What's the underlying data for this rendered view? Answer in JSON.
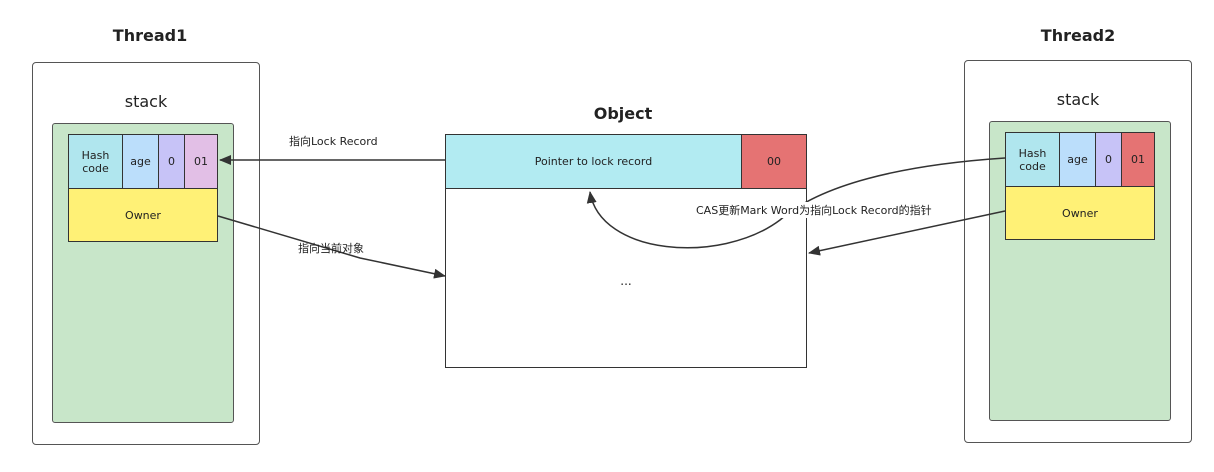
{
  "thread1": {
    "title": "Thread1",
    "stack_label": "stack",
    "cells": {
      "hash": "Hash\ncode",
      "age": "age",
      "zero": "0",
      "flag": "01",
      "owner": "Owner"
    }
  },
  "thread2": {
    "title": "Thread2",
    "stack_label": "stack",
    "cells": {
      "hash": "Hash\ncode",
      "age": "age",
      "zero": "0",
      "flag": "01",
      "owner": "Owner"
    }
  },
  "object": {
    "title": "Object",
    "pointer_label": "Pointer to lock record",
    "flag": "00",
    "body": "..."
  },
  "annotations": {
    "points_to_lock_record": "指向Lock Record",
    "points_to_current_object": "指向当前对象",
    "cas_update": "CAS更新Mark Word为指向Lock Record的指针"
  },
  "colors": {
    "stack_bg": "#c8e6c9",
    "hash_bg": "#b0e6ee",
    "age_bg": "#bbdefb",
    "zero_bg": "#c7c3f7",
    "flag01_bg": "#e2bfe6",
    "flag01_red_bg": "#e57373",
    "owner_bg": "#fff176",
    "pointer_bg": "#b2ebf2",
    "flag00_bg": "#e57373"
  }
}
